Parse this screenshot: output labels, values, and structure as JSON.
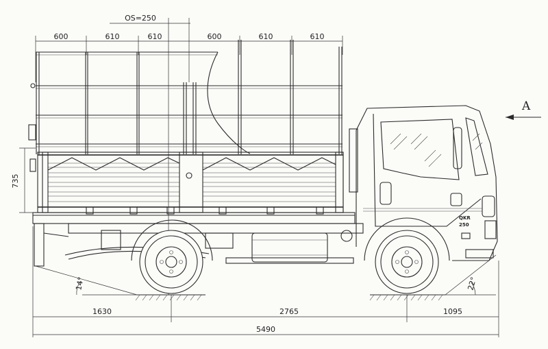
{
  "dimensions": {
    "top_spacings": [
      "600",
      "610",
      "610",
      "600",
      "610",
      "610"
    ],
    "overhang": "OS=250",
    "side_height": "735",
    "rear_overhang": "1630",
    "wheelbase": "2765",
    "front_overhang": "1095",
    "overall_length": "5490",
    "departure_angle": "14°",
    "approach_angle": "22°"
  },
  "view_label": "A",
  "badge": {
    "model": "QKR",
    "number": "250"
  }
}
